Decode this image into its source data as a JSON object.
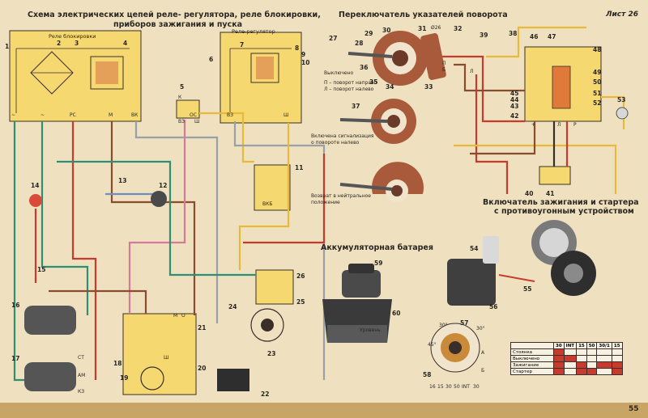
{
  "header": {
    "title_line1": "Схема электрических цепей реле- регулятора, реле блокировки,",
    "title_line2": "приборов зажигания и пуска",
    "sheet": "Лист 26",
    "page": "55"
  },
  "sections": {
    "relay_block": "Реле блокировки",
    "regulator": "Реле-регулятор",
    "turn_switch": "Переключатель указателей поворота",
    "battery": "Аккумуляторная батарея",
    "ignition_line1": "Включатель зажигания и стартера",
    "ignition_line2": "с противоугонным устройством"
  },
  "turn_states": {
    "off": "Выключено",
    "legend_right": "П – поворот направо",
    "legend_left": "Л – поворот налево",
    "left_on_line1": "Включена сигнализация",
    "left_on_line2": "о повороте налево",
    "neutral_line1": "Возврат в нейтральное",
    "neutral_line2": "положение"
  },
  "battery_label": "Уровень",
  "terminal_labels": [
    "~",
    "~",
    "РС",
    "М",
    "ВК",
    "К",
    "ВЗ",
    "Ш",
    "ВЗ",
    "Ш",
    "ВКБ",
    "ОС",
    "СТ",
    "АМ",
    "КЗ",
    "М",
    "О",
    "Ш",
    "Б",
    "П",
    "Л",
    "+",
    "Л",
    "Р"
  ],
  "numbers": [
    "1",
    "2",
    "3",
    "4",
    "5",
    "6",
    "7",
    "8",
    "9",
    "10",
    "11",
    "12",
    "13",
    "14",
    "15",
    "16",
    "17",
    "18",
    "19",
    "20",
    "21",
    "22",
    "23",
    "24",
    "25",
    "26",
    "27",
    "28",
    "29",
    "30",
    "31",
    "32",
    "33",
    "34",
    "35",
    "36",
    "37",
    "38",
    "39",
    "40",
    "41",
    "42",
    "43",
    "44",
    "45",
    "46",
    "47",
    "48",
    "49",
    "50",
    "51",
    "52",
    "53",
    "54",
    "55",
    "56",
    "57",
    "58",
    "59",
    "60"
  ],
  "dim_label": "Ø26",
  "dial_labels": [
    "30°",
    "30°",
    "45°",
    "16",
    "15",
    "30",
    "50",
    "INT",
    "30",
    "A",
    "Б"
  ],
  "table": {
    "columns": [
      "30",
      "INT",
      "15",
      "50",
      "30/1",
      "15"
    ],
    "rows": [
      {
        "name": "Стоянка",
        "cells": [
          1,
          0,
          0,
          0,
          0,
          0
        ]
      },
      {
        "name": "Выключено",
        "cells": [
          1,
          1,
          0,
          0,
          0,
          0
        ]
      },
      {
        "name": "Зажигание",
        "cells": [
          1,
          0,
          1,
          0,
          1,
          1
        ]
      },
      {
        "name": "Стартер",
        "cells": [
          1,
          0,
          1,
          1,
          0,
          1
        ]
      }
    ]
  },
  "colors": {
    "wire_red": "#c73a2e",
    "wire_yellow": "#e9b93a",
    "wire_green": "#2f8f73",
    "wire_gray": "#9aa0a8",
    "wire_brown": "#8a4b2f",
    "wire_pink": "#d77a9a",
    "wire_blue": "#6f8fc0",
    "panel_yellow": "#f5d86f",
    "paper": "#efe1bf"
  }
}
